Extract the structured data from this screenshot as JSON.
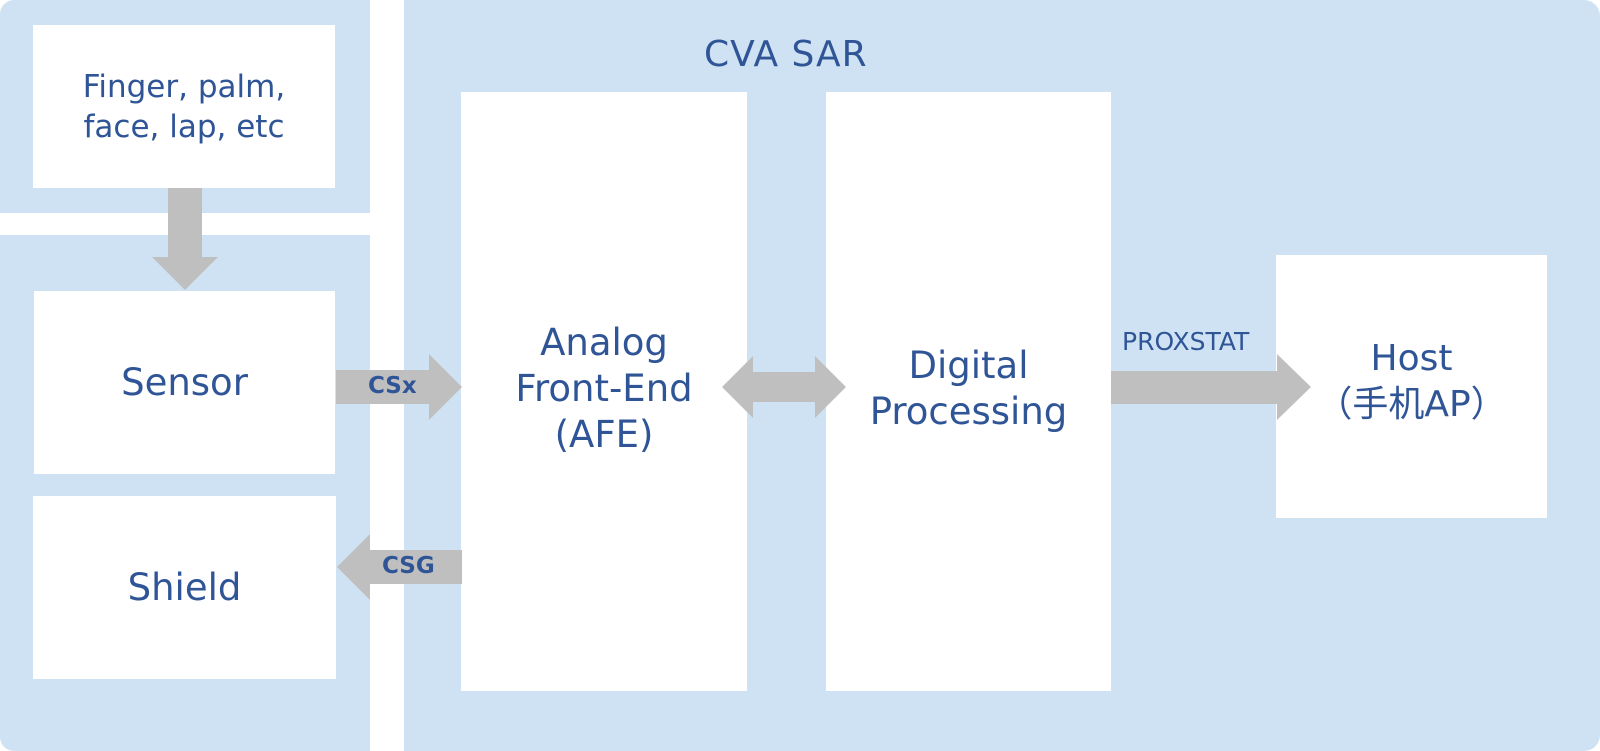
{
  "colors": {
    "panel": "#CFE2F3",
    "box": "#FFFFFF",
    "arrow": "#BFBFBF",
    "text": "#2F5597"
  },
  "diagram": {
    "title": "CVA SAR",
    "object_box": {
      "lines": [
        "Finger, palm,",
        "face, lap, etc"
      ]
    },
    "sensor_box": {
      "label": "Sensor"
    },
    "shield_box": {
      "label": "Shield"
    },
    "afe_box": {
      "lines": [
        "Analog",
        "Front-End",
        "(AFE)"
      ]
    },
    "digital_box": {
      "lines": [
        "Digital",
        "Processing"
      ]
    },
    "host_box": {
      "lines": [
        "Host",
        "（手机AP）"
      ]
    },
    "arrows": {
      "object_to_sensor": {
        "direction": "down",
        "label": ""
      },
      "csx": {
        "direction": "right",
        "label": "CSx"
      },
      "csg": {
        "direction": "left",
        "label": "CSG"
      },
      "afe_digital": {
        "direction": "both",
        "label": ""
      },
      "proxstat": {
        "direction": "right",
        "label": "PROXSTAT"
      }
    }
  }
}
